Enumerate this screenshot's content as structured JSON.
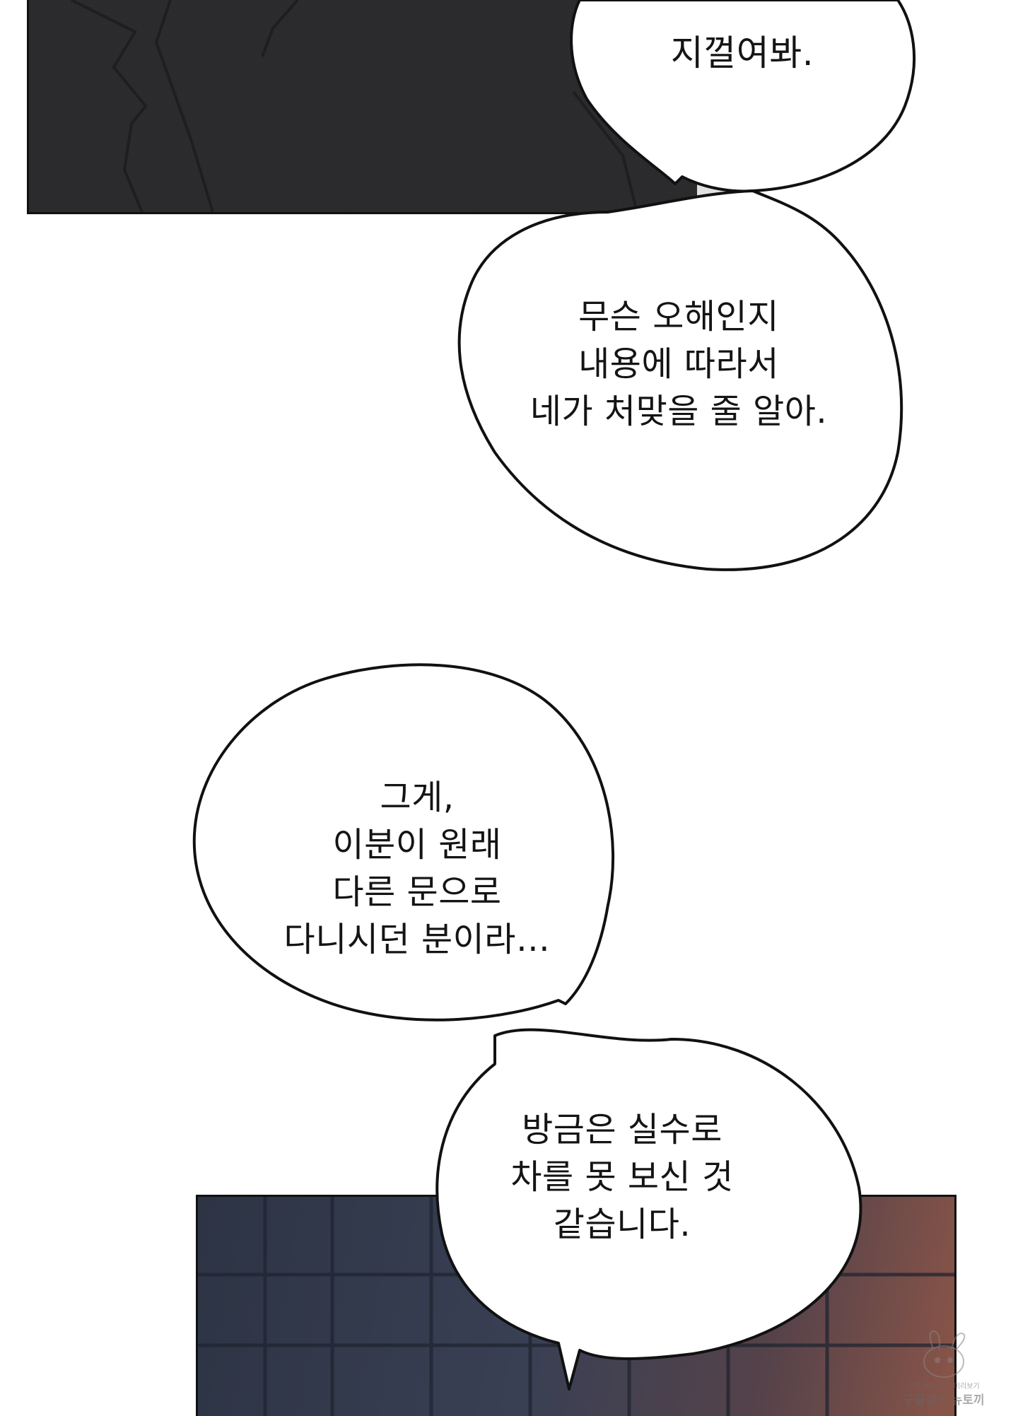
{
  "colors": {
    "page_background": "#ffffff",
    "panel_top_fill": "#2b2a2c",
    "panel_bottom_fill": "#394054",
    "bubble_fill": "#ffffff",
    "bubble_outline": "#111111",
    "text_color": "#141414"
  },
  "dialogue": {
    "bubble_1": "지껄여봐.",
    "bubble_2": "무슨 오해인지\n내용에 따라서\n네가 처맞을 줄 알아.",
    "bubble_3": "그게,\n이분이 원래\n다른 문으로\n다니시던 분이라…",
    "bubble_4": "방금은 실수로\n차를 못 보신 것\n같습니다."
  },
  "watermark": {
    "line_1": "가장 빠른 웹툰 미리보기",
    "line_2": "구글검색 뉴토끼",
    "icon": "rabbit-logo-icon"
  }
}
